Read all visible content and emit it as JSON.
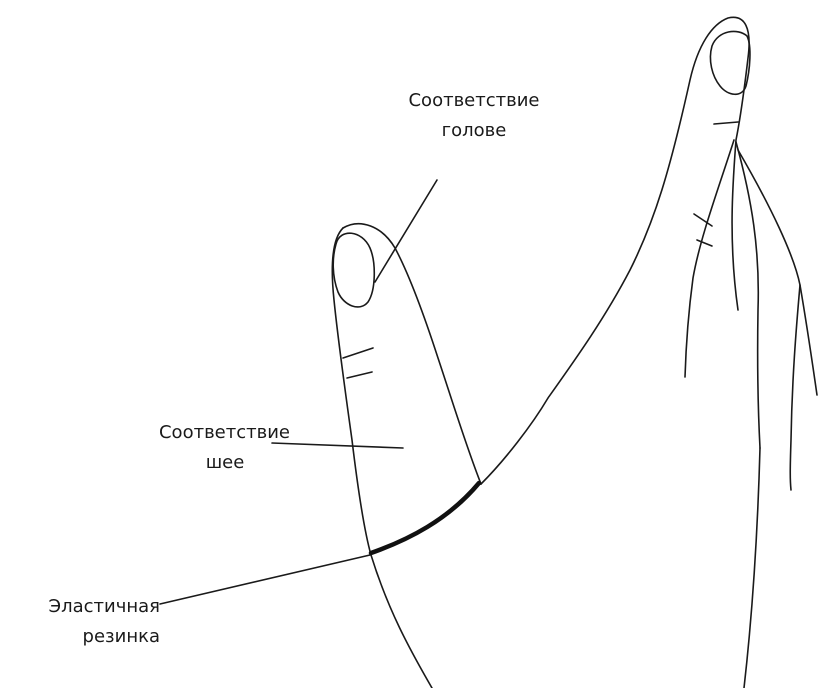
{
  "labels": {
    "head": {
      "line1": "Соответствие",
      "line2": "голове"
    },
    "neck": {
      "line1": "Соответствие",
      "line2": "шее"
    },
    "band": {
      "line1": "Эластичная",
      "line2": "резинка"
    }
  },
  "colors": {
    "stroke": "#1a1a1a",
    "band": "#111111",
    "background": "#ffffff"
  }
}
